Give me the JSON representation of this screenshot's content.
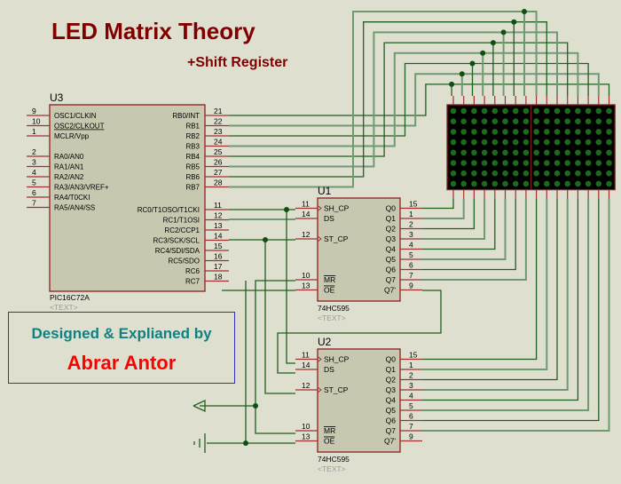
{
  "title": "LED Matrix Theory",
  "subtitle": "+Shift Register",
  "credit": {
    "line1": "Designed & Explianed by",
    "line2": "Abrar Antor"
  },
  "colors": {
    "background": "#dfdfd0",
    "component_fill": "#c8c8b0",
    "component_border": "#8b2020",
    "pin": "#a03030",
    "wire": "#1f5f1f",
    "wire_light": "#6f9a6f",
    "junction": "#0f4f0f",
    "led_off": "#1c6b1c",
    "matrix_bg": "#000000",
    "title": "#800000",
    "credit_teal": "#108080",
    "credit_red": "#ff0000",
    "placeholder_text": "#9a9a9a"
  },
  "mcu": {
    "ref": "U3",
    "part": "PIC16C72A",
    "text_placeholder": "<TEXT>",
    "left_pins": [
      {
        "num": "9",
        "name": "OSC1/CLKIN"
      },
      {
        "num": "10",
        "name": "OSC2/CLKOUT"
      },
      {
        "num": "1",
        "name": "MCLR/Vpp"
      },
      {
        "num": "",
        "name": ""
      },
      {
        "num": "2",
        "name": "RA0/AN0"
      },
      {
        "num": "3",
        "name": "RA1/AN1"
      },
      {
        "num": "4",
        "name": "RA2/AN2"
      },
      {
        "num": "5",
        "name": "RA3/AN3/VREF+"
      },
      {
        "num": "6",
        "name": "RA4/T0CKI"
      },
      {
        "num": "7",
        "name": "RA5/AN4/SS"
      }
    ],
    "right_pins_b": [
      {
        "num": "21",
        "name": "RB0/INT"
      },
      {
        "num": "22",
        "name": "RB1"
      },
      {
        "num": "23",
        "name": "RB2"
      },
      {
        "num": "24",
        "name": "RB3"
      },
      {
        "num": "25",
        "name": "RB4"
      },
      {
        "num": "26",
        "name": "RB5"
      },
      {
        "num": "27",
        "name": "RB6"
      },
      {
        "num": "28",
        "name": "RB7"
      }
    ],
    "right_pins_c": [
      {
        "num": "11",
        "name": "RC0/T1OSO/T1CKI"
      },
      {
        "num": "12",
        "name": "RC1/T1OSI"
      },
      {
        "num": "13",
        "name": "RC2/CCP1"
      },
      {
        "num": "14",
        "name": "RC3/SCK/SCL"
      },
      {
        "num": "15",
        "name": "RC4/SDI/SDA"
      },
      {
        "num": "16",
        "name": "RC5/SDO"
      },
      {
        "num": "17",
        "name": "RC6"
      },
      {
        "num": "18",
        "name": "RC7"
      }
    ]
  },
  "shift_registers": [
    {
      "ref": "U1",
      "part": "74HC595",
      "text_placeholder": "<TEXT>",
      "left_pins": [
        {
          "num": "11",
          "name": "SH_CP",
          "clock": true
        },
        {
          "num": "14",
          "name": "DS",
          "clock": false
        },
        {
          "num": "",
          "name": "",
          "clock": false
        },
        {
          "num": "12",
          "name": "ST_CP",
          "clock": true
        },
        {
          "num": "",
          "name": "",
          "clock": false
        },
        {
          "num": "",
          "name": "",
          "clock": false
        },
        {
          "num": "",
          "name": "",
          "clock": false
        },
        {
          "num": "10",
          "name": "MR",
          "clock": false,
          "overline": true
        },
        {
          "num": "13",
          "name": "OE",
          "clock": false,
          "overline": true
        }
      ],
      "right_pins": [
        {
          "num": "15",
          "name": "Q0"
        },
        {
          "num": "1",
          "name": "Q1"
        },
        {
          "num": "2",
          "name": "Q2"
        },
        {
          "num": "3",
          "name": "Q3"
        },
        {
          "num": "4",
          "name": "Q4"
        },
        {
          "num": "5",
          "name": "Q5"
        },
        {
          "num": "6",
          "name": "Q6"
        },
        {
          "num": "7",
          "name": "Q7"
        },
        {
          "num": "9",
          "name": "Q7'"
        }
      ]
    },
    {
      "ref": "U2",
      "part": "74HC595",
      "text_placeholder": "<TEXT>",
      "left_pins": [
        {
          "num": "11",
          "name": "SH_CP",
          "clock": true
        },
        {
          "num": "14",
          "name": "DS",
          "clock": false
        },
        {
          "num": "",
          "name": "",
          "clock": false
        },
        {
          "num": "12",
          "name": "ST_CP",
          "clock": true
        },
        {
          "num": "",
          "name": "",
          "clock": false
        },
        {
          "num": "",
          "name": "",
          "clock": false
        },
        {
          "num": "",
          "name": "",
          "clock": false
        },
        {
          "num": "10",
          "name": "MR",
          "clock": false,
          "overline": true
        },
        {
          "num": "13",
          "name": "OE",
          "clock": false,
          "overline": true
        }
      ],
      "right_pins": [
        {
          "num": "15",
          "name": "Q0"
        },
        {
          "num": "1",
          "name": "Q1"
        },
        {
          "num": "2",
          "name": "Q2"
        },
        {
          "num": "3",
          "name": "Q3"
        },
        {
          "num": "4",
          "name": "Q4"
        },
        {
          "num": "5",
          "name": "Q5"
        },
        {
          "num": "6",
          "name": "Q6"
        },
        {
          "num": "7",
          "name": "Q7"
        },
        {
          "num": "9",
          "name": "Q7'"
        }
      ]
    }
  ],
  "led_matrix": {
    "modules": 2,
    "rows": 8,
    "cols_per_module": 8,
    "state": "all-off"
  },
  "power_symbols": [
    {
      "type": "power-terminal"
    },
    {
      "type": "ground"
    }
  ]
}
